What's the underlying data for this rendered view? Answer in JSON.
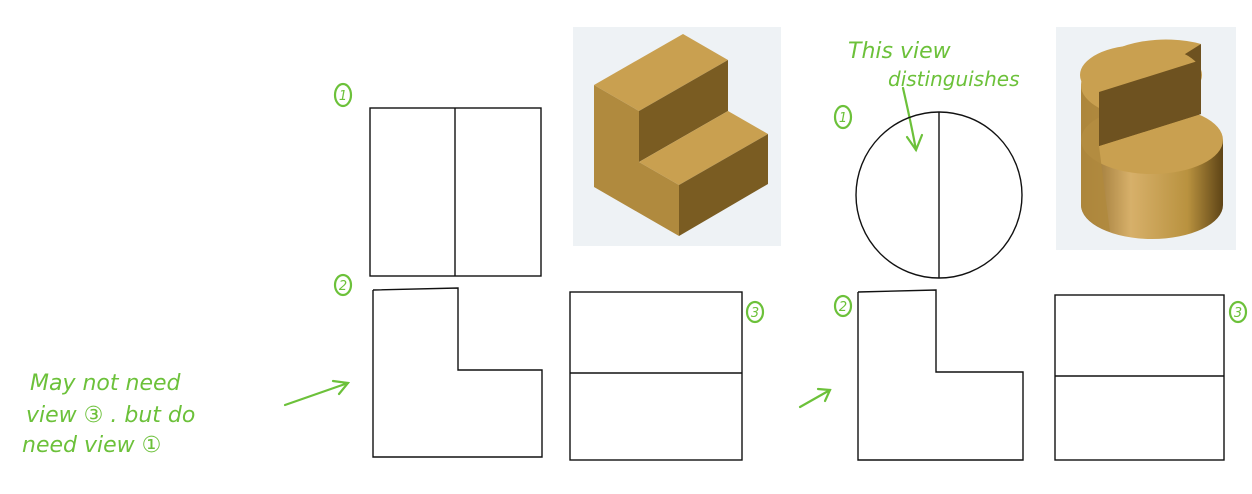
{
  "colors": {
    "annotation": "#6cc13a",
    "line": "#111111",
    "solid_light": "#c9a050",
    "solid_dark": "#7a5c22",
    "solid_mid": "#b08a3e",
    "panel_bg": "#eef2f5"
  },
  "left_problem": {
    "top_view_num": "1",
    "front_view_num": "2",
    "side_view_num": "3",
    "note_lines": [
      "May not need",
      "view ③ . but do",
      "need view ①"
    ]
  },
  "right_problem": {
    "top_view_num": "1",
    "front_view_num": "2",
    "side_view_num": "3",
    "note_lines": [
      "This view",
      "distinguishes"
    ]
  },
  "icons": {
    "left_solid": "stepped-block-isometric",
    "right_solid": "half-cut-cylinder-isometric"
  }
}
